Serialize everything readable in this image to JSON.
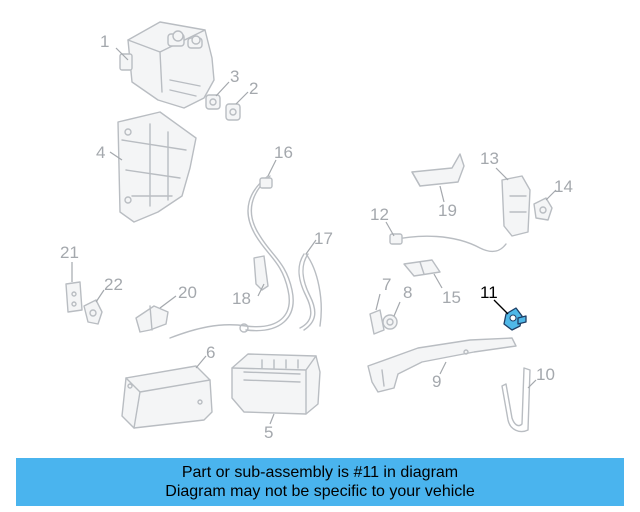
{
  "highlight_color": "#4fb8e8",
  "banner_color": "#4ab4ee",
  "labels": {
    "l1": "1",
    "l2": "2",
    "l3": "3",
    "l4": "4",
    "l5": "5",
    "l6": "6",
    "l7": "7",
    "l8": "8",
    "l9": "9",
    "l10": "10",
    "l11": "11",
    "l12": "12",
    "l13": "13",
    "l14": "14",
    "l15": "15",
    "l16": "16",
    "l17": "17",
    "l18": "18",
    "l19": "19",
    "l20": "20",
    "l21": "21",
    "l22": "22"
  },
  "highlighted_part": "11",
  "banner": {
    "line1": "Part or sub-assembly is #11 in diagram",
    "line2": "Diagram may not be specific to your vehicle"
  }
}
